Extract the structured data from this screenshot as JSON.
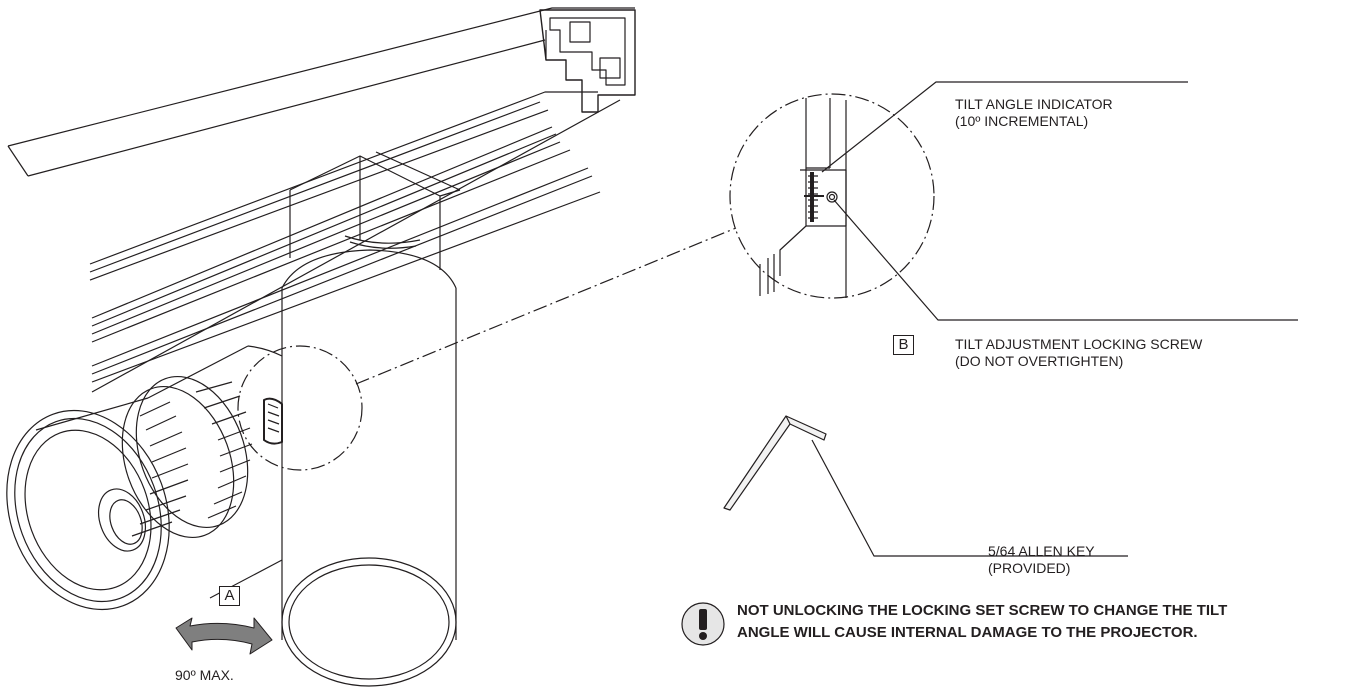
{
  "labels": {
    "tilt_indicator_line1": "TILT ANGLE INDICATOR",
    "tilt_indicator_line2": "(10º INCREMENTAL)",
    "callout_b": "B",
    "locking_screw_line1": "TILT ADJUSTMENT LOCKING SCREW",
    "locking_screw_line2": "(DO NOT OVERTIGHTEN)",
    "allen_key_line1": "5/64 ALLEN KEY",
    "allen_key_line2": "(PROVIDED)",
    "callout_a": "A",
    "rotation_limit": "90º MAX."
  },
  "warning": {
    "icon": "exclamation-icon",
    "line1": "NOT UNLOCKING THE LOCKING SET SCREW TO CHANGE THE TILT",
    "line2": "ANGLE WILL CAUSE INTERNAL DAMAGE TO THE PROJECTOR."
  },
  "colors": {
    "line": "#231f20",
    "arrow_fill": "#7f7f7f"
  }
}
